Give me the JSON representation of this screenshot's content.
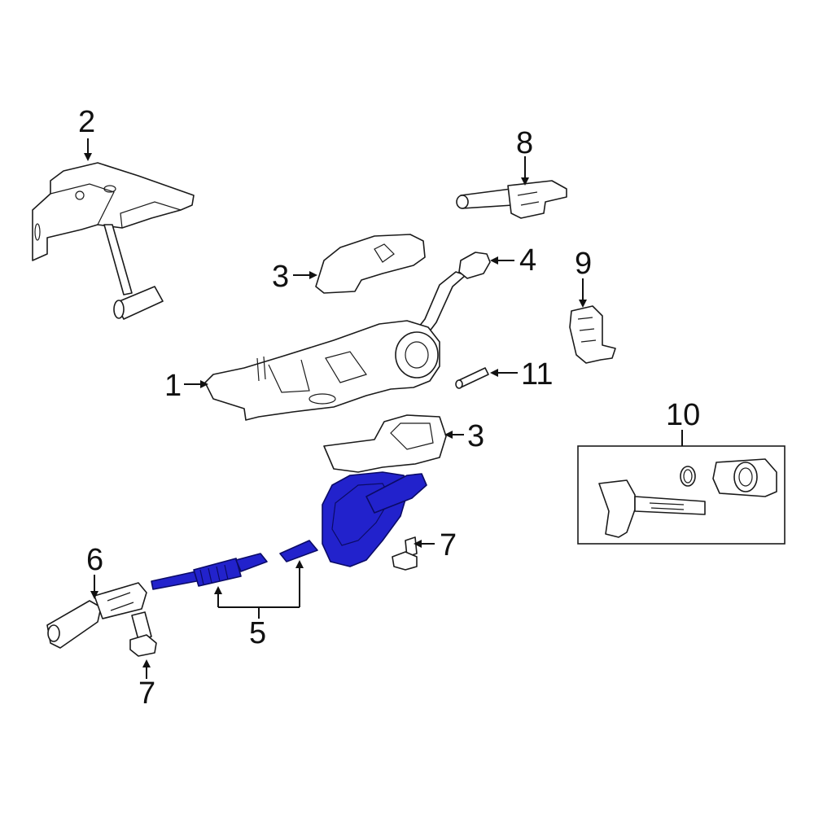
{
  "callouts": {
    "c1": "1",
    "c2": "2",
    "c3a": "3",
    "c3b": "3",
    "c4": "4",
    "c5": "5",
    "c6": "6",
    "c7a": "7",
    "c7b": "7",
    "c8": "8",
    "c9": "9",
    "c10": "10",
    "c11": "11"
  },
  "colors": {
    "highlight": "#2222cc",
    "outline": "#1a1a1a",
    "background": "#ffffff"
  }
}
